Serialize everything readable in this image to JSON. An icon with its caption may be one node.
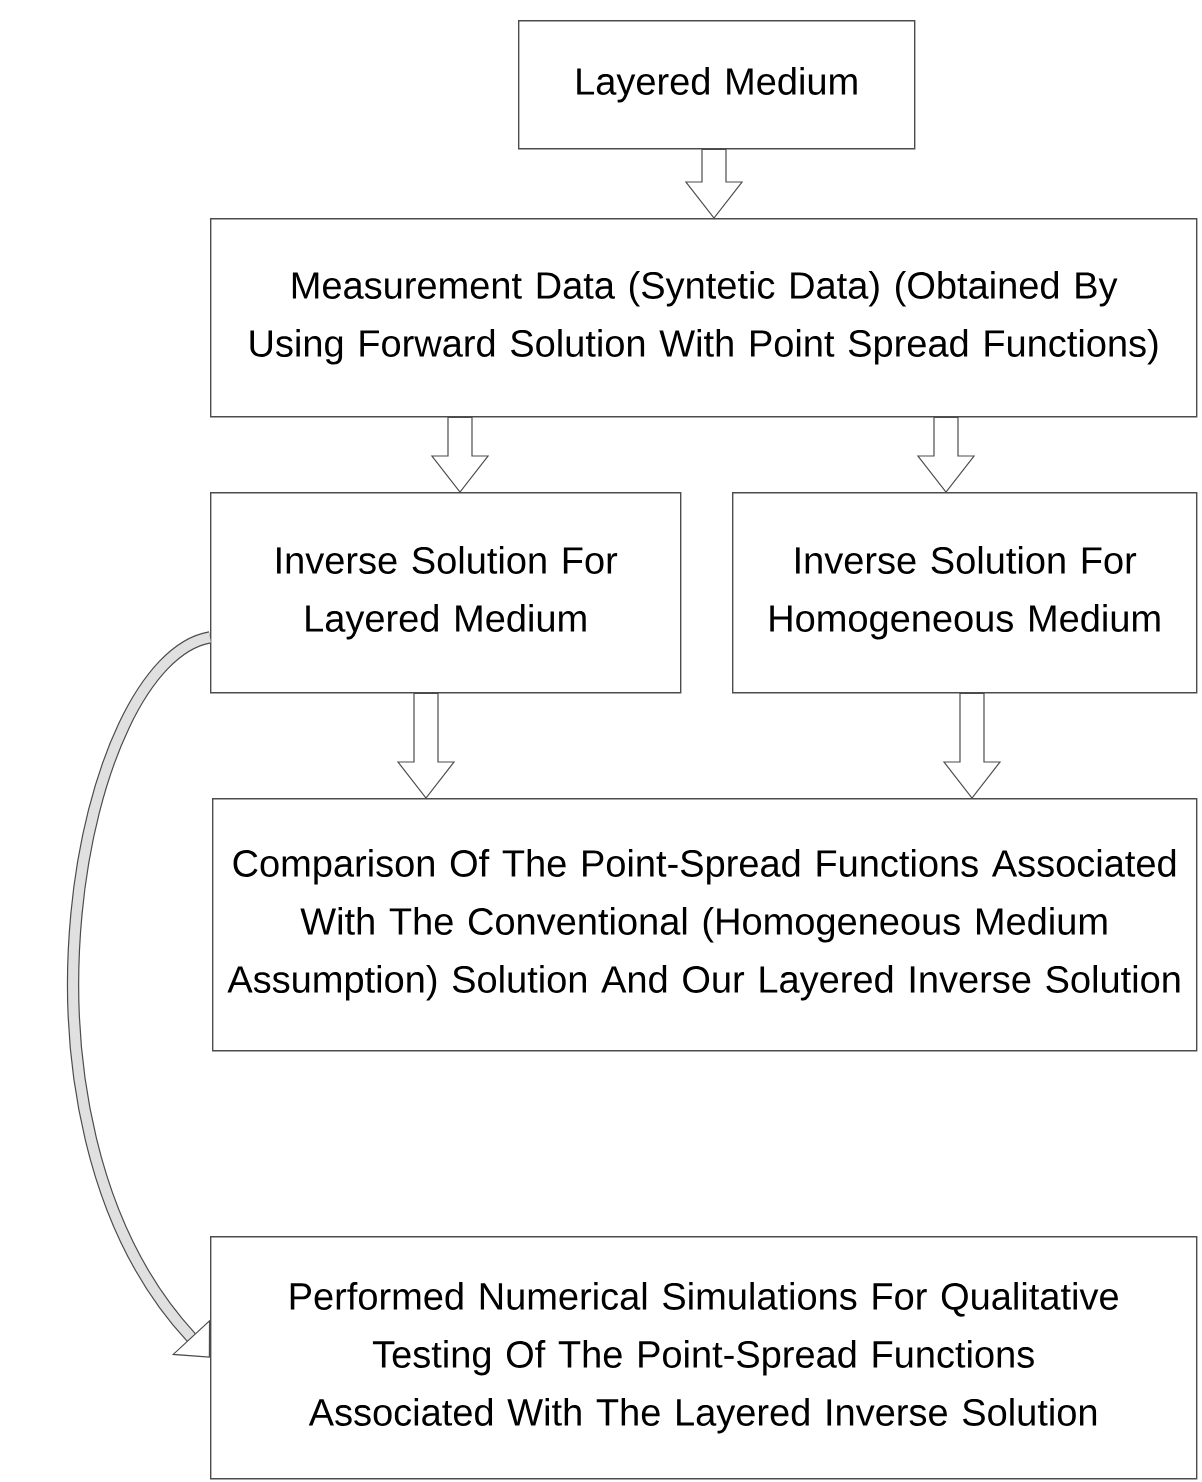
{
  "diagram": {
    "nodes": [
      {
        "text": [
          "Layered Medium"
        ]
      },
      {
        "text": [
          "Measurement Data (Syntetic Data) (Obtained By Using Forward Solution With Point Spread Functions)"
        ]
      },
      {
        "text": [
          "Inverse Solution For Layered Medium"
        ]
      },
      {
        "text": [
          "Inverse Solution For Homogeneous Medium"
        ]
      },
      {
        "text": [
          "Comparison Of The Point-Spread Functions Associated With The Conventional (Homogeneous Medium Assumption) Solution And Our Layered Inverse Solution"
        ]
      },
      {
        "text": [
          "Performed Numerical Simulations For Qualitative Testing Of The Point-Spread Functions Associated With The Layered Inverse Solution"
        ]
      }
    ],
    "edges": [
      {
        "from": 0,
        "to": 1,
        "arrow": "to"
      },
      {
        "from": 1,
        "to": 2,
        "arrow": "to"
      },
      {
        "from": 1,
        "to": 3,
        "arrow": "to"
      },
      {
        "from": 2,
        "to": 4,
        "arrow": "to"
      },
      {
        "from": 3,
        "to": 4,
        "arrow": "to"
      },
      {
        "from": 2,
        "to": 5,
        "arrow": "to"
      }
    ]
  }
}
